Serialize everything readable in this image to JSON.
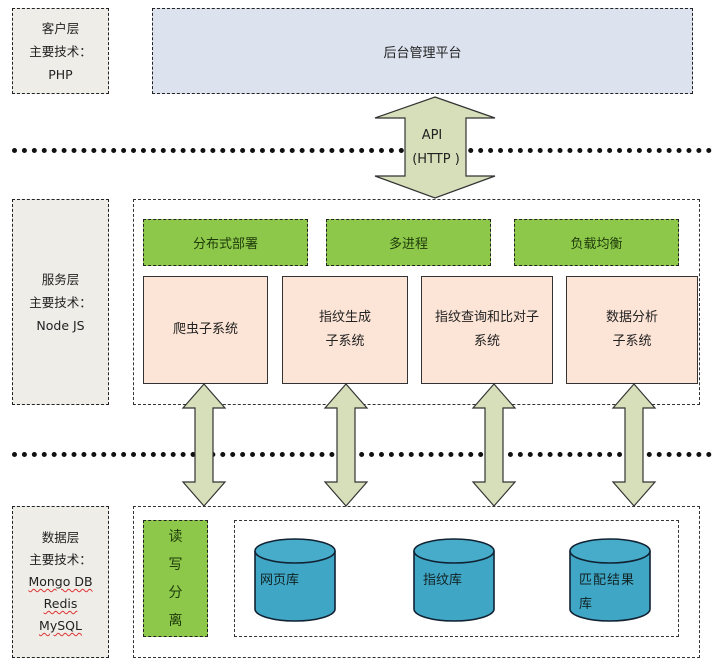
{
  "client_tier": {
    "name": "客户层",
    "tech_label": "主要技术：",
    "tech": [
      "PHP"
    ]
  },
  "platform": {
    "label": "后台管理平台"
  },
  "api_arrow": {
    "line1": "API",
    "line2": "(HTTP )"
  },
  "service_tier": {
    "name": "服务层",
    "tech_label": "主要技术：",
    "tech": [
      "Node JS"
    ],
    "features": [
      "分布式部署",
      "多进程",
      "负载均衡"
    ],
    "subsystems": [
      {
        "line1": "爬虫子系统",
        "line2": ""
      },
      {
        "line1": "指纹生成",
        "line2": "子系统"
      },
      {
        "line1": "指纹查询和比对子",
        "line2": "系统"
      },
      {
        "line1": "数据分析",
        "line2": "子系统"
      }
    ]
  },
  "data_tier": {
    "name": "数据层",
    "tech_label": "主要技术：",
    "tech": [
      "Mongo DB",
      "Redis",
      "MySQL"
    ],
    "rw_split": [
      "读",
      "写",
      "分",
      "离"
    ],
    "databases": [
      {
        "line1": "网页库",
        "line2": ""
      },
      {
        "line1": "指纹库",
        "line2": ""
      },
      {
        "line1": "匹配结果",
        "line2": "库"
      }
    ]
  },
  "colors": {
    "platform_fill": "#dce3ef",
    "tier_label_fill": "#efede8",
    "feature_fill": "#8dc84b",
    "subsystem_fill": "#fce4d6",
    "arrow_fill": "#d6dfb9",
    "database_fill": "#3fa6c6"
  }
}
